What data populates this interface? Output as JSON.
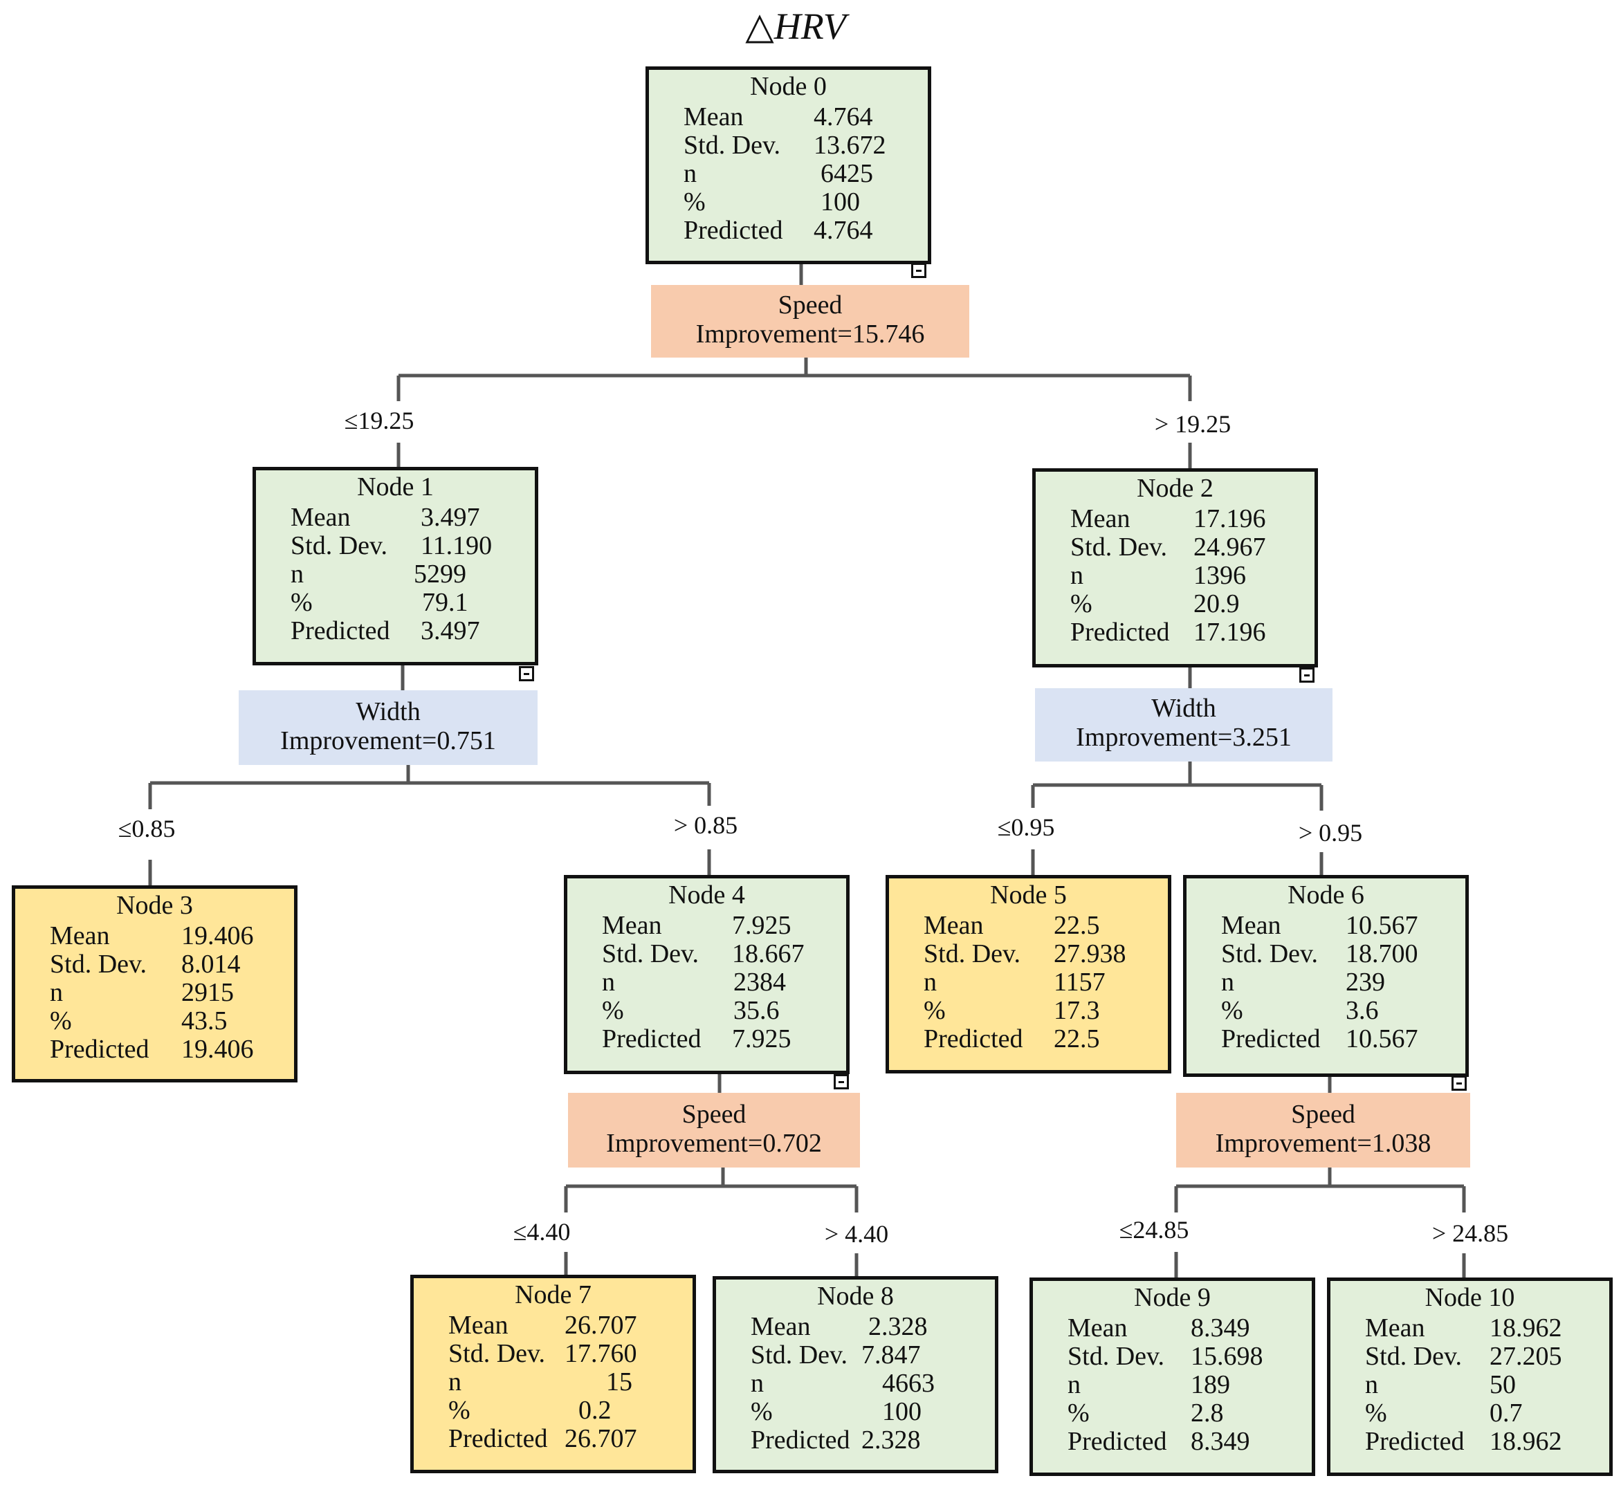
{
  "title": "△HRV",
  "labels": {
    "mean": "Mean",
    "std": "Std. Dev.",
    "n": "n",
    "pct": "%",
    "pred": "Predicted"
  },
  "nodes": {
    "n0": {
      "name": "Node 0",
      "mean": "4.764",
      "std": "13.672",
      "n": "6425",
      "pct": "100",
      "pred": "4.764",
      "color": "green"
    },
    "n1": {
      "name": "Node 1",
      "mean": "3.497",
      "std": "11.190",
      "n": "5299",
      "pct": "79.1",
      "pred": "3.497",
      "color": "green"
    },
    "n2": {
      "name": "Node 2",
      "mean": "17.196",
      "std": "24.967",
      "n": "1396",
      "pct": "20.9",
      "pred": "17.196",
      "color": "green"
    },
    "n3": {
      "name": "Node 3",
      "mean": "19.406",
      "std": "8.014",
      "n": "2915",
      "pct": "43.5",
      "pred": "19.406",
      "color": "yellow"
    },
    "n4": {
      "name": "Node 4",
      "mean": "7.925",
      "std": "18.667",
      "n": "2384",
      "pct": "35.6",
      "pred": "7.925",
      "color": "green"
    },
    "n5": {
      "name": "Node 5",
      "mean": "22.5",
      "std": "27.938",
      "n": "1157",
      "pct": "17.3",
      "pred": "22.5",
      "color": "yellow"
    },
    "n6": {
      "name": "Node 6",
      "mean": "10.567",
      "std": "18.700",
      "n": "239",
      "pct": "3.6",
      "pred": "10.567",
      "color": "green"
    },
    "n7": {
      "name": "Node 7",
      "mean": "26.707",
      "std": "17.760",
      "n": "15",
      "pct": "0.2",
      "pred": "26.707",
      "color": "yellow"
    },
    "n8": {
      "name": "Node 8",
      "mean": "2.328",
      "std": "7.847",
      "n": "4663",
      "pct": "100",
      "pred": "2.328",
      "color": "green"
    },
    "n9": {
      "name": "Node 9",
      "mean": "8.349",
      "std": "15.698",
      "n": "189",
      "pct": "2.8",
      "pred": "8.349",
      "color": "green"
    },
    "n10": {
      "name": "Node 10",
      "mean": "18.962",
      "std": "27.205",
      "n": "50",
      "pct": "0.7",
      "pred": "18.962",
      "color": "green"
    }
  },
  "splits": {
    "s0": {
      "variable": "Speed",
      "improvement": "Improvement=15.746",
      "color": "#f8cbad"
    },
    "s1": {
      "variable": "Width",
      "improvement": "Improvement=0.751",
      "color": "#dae3f3"
    },
    "s2": {
      "variable": "Width",
      "improvement": "Improvement=3.251",
      "color": "#dae3f3"
    },
    "s4": {
      "variable": "Speed",
      "improvement": "Improvement=0.702",
      "color": "#f8cbad"
    },
    "s6": {
      "variable": "Speed",
      "improvement": "Improvement=1.038",
      "color": "#f8cbad"
    }
  },
  "edges": {
    "e1": "≤19.25",
    "e2": "> 19.25",
    "e3": "≤0.85",
    "e4": "> 0.85",
    "e5": "≤0.95",
    "e6": "> 0.95",
    "e7": "≤4.40",
    "e8": "> 4.40",
    "e9": "≤24.85",
    "e10": "> 24.85"
  },
  "colors": {
    "terminal_green": "#e2efda",
    "terminal_yellow": "#ffe699",
    "split_speed": "#f8cbad",
    "split_width": "#dae3f3"
  }
}
